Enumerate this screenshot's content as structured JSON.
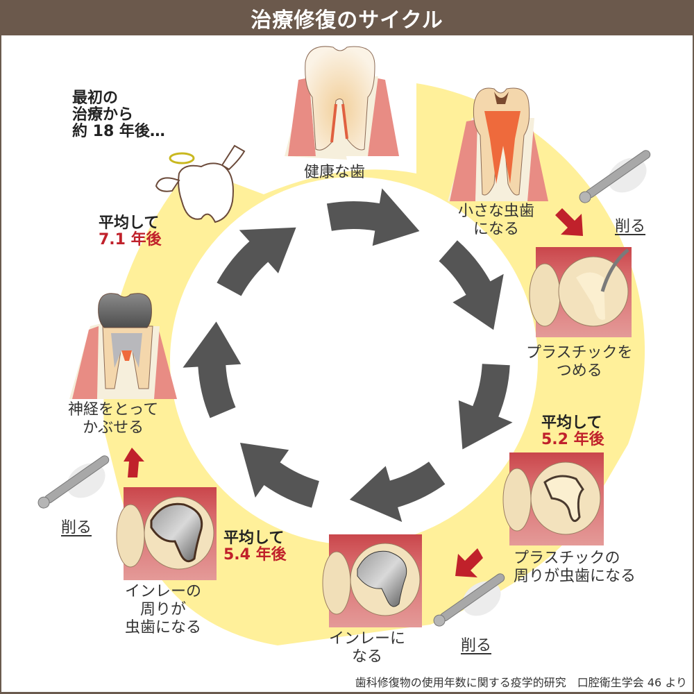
{
  "title": "治療修復のサイクル",
  "colors": {
    "header_bg": "#6b594c",
    "band_yellow": "#fff09a",
    "cycle_arrow": "#555555",
    "step_arrow_red": "#c0212b",
    "highlight_red": "#c0212b"
  },
  "stages": [
    {
      "id": "healthy",
      "label_lines": [
        "健康な歯"
      ]
    },
    {
      "id": "small-cavity",
      "label_lines": [
        "小さな虫歯",
        "になる"
      ]
    },
    {
      "id": "plastic-fill",
      "label_lines": [
        "プラスチックを",
        "つめる"
      ]
    },
    {
      "id": "plastic-decay",
      "label_lines": [
        "プラスチックの",
        "周りが虫歯になる"
      ]
    },
    {
      "id": "inlay",
      "label_lines": [
        "インレーに",
        "なる"
      ]
    },
    {
      "id": "inlay-decay",
      "label_lines": [
        "インレーの",
        "周りが",
        "虫歯になる"
      ]
    },
    {
      "id": "crown",
      "label_lines": [
        "神経をとって",
        "かぶせる"
      ]
    }
  ],
  "cut_label": "削る",
  "durations": [
    {
      "line1": "平均して",
      "line2_value": "5.2",
      "line2_unit": "年後"
    },
    {
      "line1": "平均して",
      "line2_value": "5.4",
      "line2_unit": "年後"
    },
    {
      "line1": "平均して",
      "line2_value": "7.1",
      "line2_unit": "年後"
    }
  ],
  "final_note": [
    "最初の",
    "治療から",
    "約 18 年後…"
  ],
  "source": "歯科修復物の使用年数に関する疫学的研究　口腔衛生学会 46 より"
}
